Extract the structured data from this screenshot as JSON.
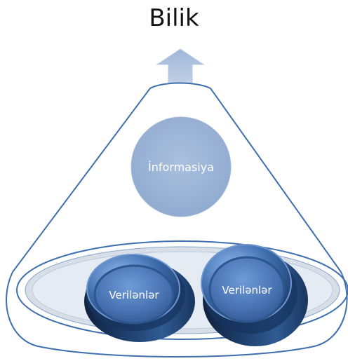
{
  "diagram": {
    "title": "Bilik",
    "nodes": {
      "information": "İnformasiya",
      "data_left": "Verilənlər",
      "data_right": "Verilənlər"
    },
    "icons": {
      "arrow": "up-arrow-icon",
      "cone": "cone-outline-shape",
      "base": "ellipse-base-shape",
      "cylinder": "cylinder-disk-shape"
    },
    "colors": {
      "arrow": "#a9bedb",
      "outline": "#3f6fad",
      "circle": "#9db5d6",
      "base_fill": "#dfe6ef",
      "disk_dark": "#274e85",
      "disk_light": "#6f9bd8"
    }
  }
}
